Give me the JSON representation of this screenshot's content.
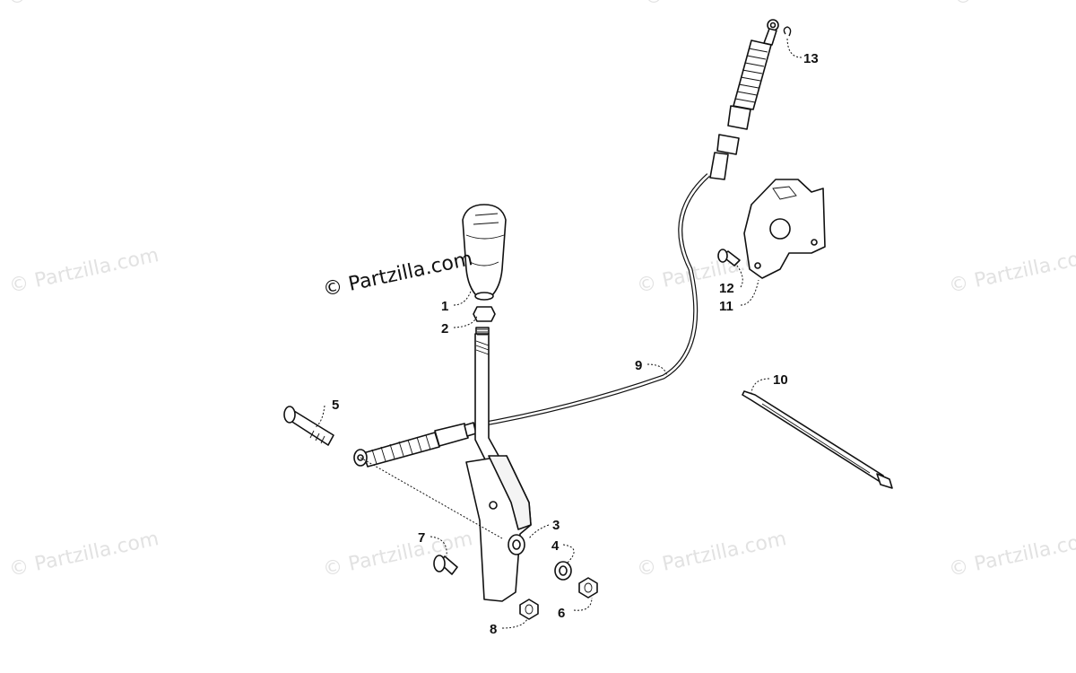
{
  "diagram": {
    "watermark": {
      "repeated_text": "© Partzilla.com",
      "main_text": "© Partzilla.com"
    },
    "callouts": [
      {
        "id": "callout-1",
        "label": "1"
      },
      {
        "id": "callout-2",
        "label": "2"
      },
      {
        "id": "callout-3",
        "label": "3"
      },
      {
        "id": "callout-4",
        "label": "4"
      },
      {
        "id": "callout-5",
        "label": "5"
      },
      {
        "id": "callout-6",
        "label": "6"
      },
      {
        "id": "callout-7",
        "label": "7"
      },
      {
        "id": "callout-8",
        "label": "8"
      },
      {
        "id": "callout-9",
        "label": "9"
      },
      {
        "id": "callout-10",
        "label": "10"
      },
      {
        "id": "callout-11",
        "label": "11"
      },
      {
        "id": "callout-12",
        "label": "12"
      },
      {
        "id": "callout-13",
        "label": "13"
      }
    ]
  }
}
